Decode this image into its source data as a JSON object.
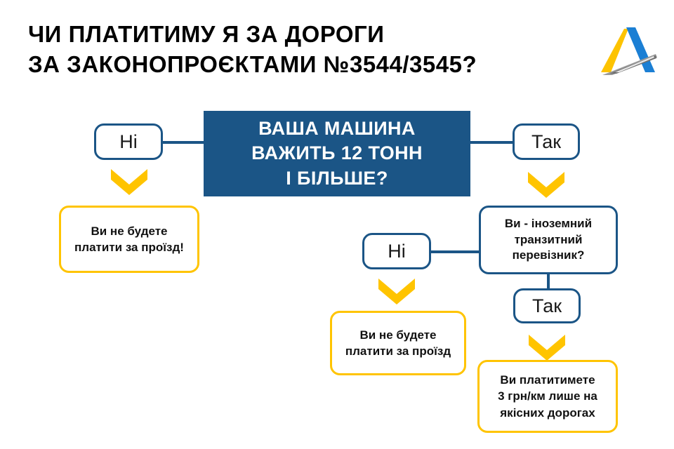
{
  "header": {
    "title": "ЧИ ПЛАТИТИМУ Я ЗА ДОРОГИ\nЗА ЗАКОНОПРОЄКТАМИ №3544/3545?",
    "logo_name": "ukravtodor-logo"
  },
  "colors": {
    "brand_blue": "#1b5586",
    "brand_yellow": "#FFC400",
    "logo_blue": "#1b7fd4",
    "logo_yellow": "#FDC300",
    "logo_grey": "#8a8a8a",
    "background": "#ffffff",
    "text": "#111111",
    "inverse_text": "#ffffff"
  },
  "flowchart": {
    "root_question": "ВАША МАШИНА\nВАЖИТЬ 12 ТОНН\nІ БІЛЬШЕ?",
    "answer_no_1": "Ні",
    "answer_yes_1": "Так",
    "result_no_1": "Ви не будете\nплатити за проїзд!",
    "question_2": "Ви - іноземний\nтранзитний\nперевізник?",
    "answer_no_2": "Ні",
    "answer_yes_2": "Так",
    "result_no_2": "Ви не будете\nплатити за проїзд",
    "result_yes_2": "Ви платитимете\n3 грн/км лише на\nякісних дорогах"
  }
}
